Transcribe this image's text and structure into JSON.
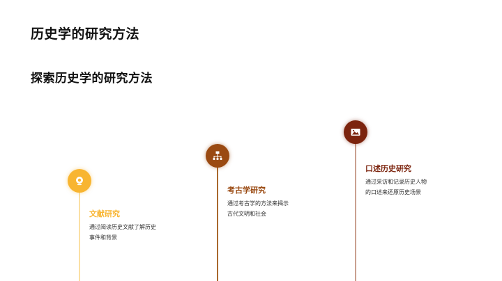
{
  "slide": {
    "title": "历史学的研究方法",
    "subtitle": "探索历史学的研究方法"
  },
  "timeline": {
    "steps": [
      {
        "title": "文献研究",
        "description": "通过阅读历史文献了解历史事件和背景",
        "icon": "webcam-icon",
        "color": "#f8b531",
        "line_color": "#fbe0a4"
      },
      {
        "title": "考古学研究",
        "description": "通过考古学的方法来揭示古代文明和社会",
        "icon": "sitemap-icon",
        "color": "#9a4a12",
        "line_color": "#a9692e"
      },
      {
        "title": "口述历史研究",
        "description": "通过采访和记录历史人物的口述来还原历史场景",
        "icon": "image-icon",
        "color": "#7c240e",
        "line_color": "#c9a090"
      }
    ]
  }
}
